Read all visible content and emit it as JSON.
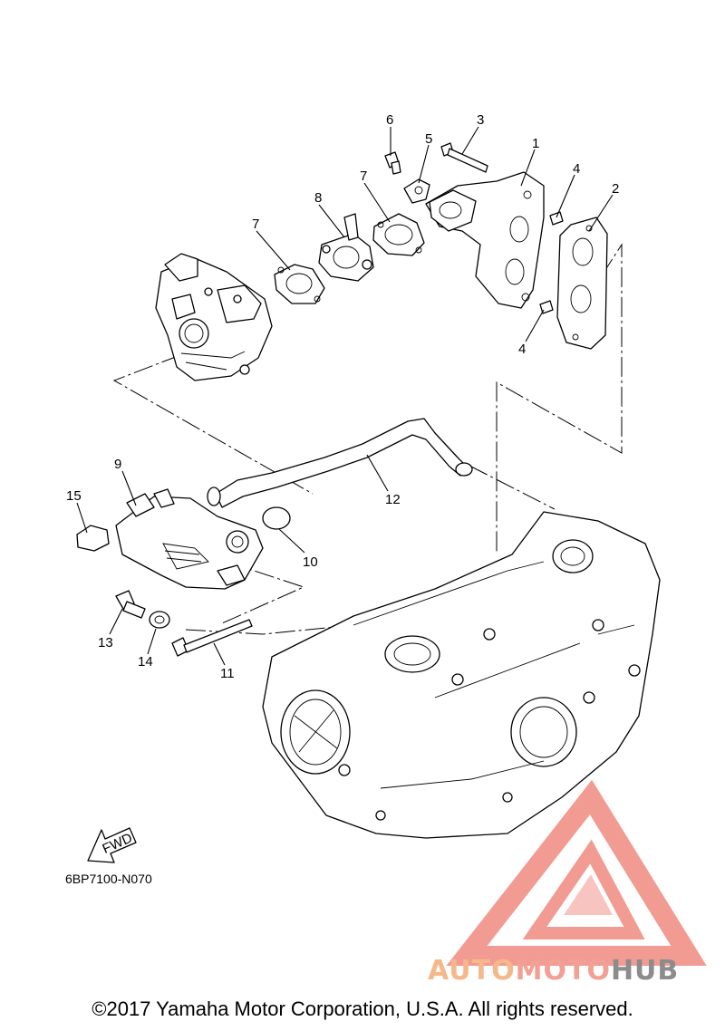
{
  "callouts": [
    "1",
    "2",
    "3",
    "4",
    "4",
    "5",
    "6",
    "7",
    "7",
    "8",
    "9",
    "10",
    "11",
    "12",
    "13",
    "14",
    "15"
  ],
  "fwd_label": "FWD",
  "ref_code": "6BP7100-N070",
  "watermark": {
    "part1": "AUTO",
    "part2": "MOTO",
    "part3": "HUB",
    "colors": {
      "part1": "#f5b88a",
      "part2": "#f2a094",
      "part3": "#8c8c8c",
      "triangle": "#f08a80"
    }
  },
  "footer": "©2017 Yamaha Motor Corporation, U.S.A. All rights reserved."
}
